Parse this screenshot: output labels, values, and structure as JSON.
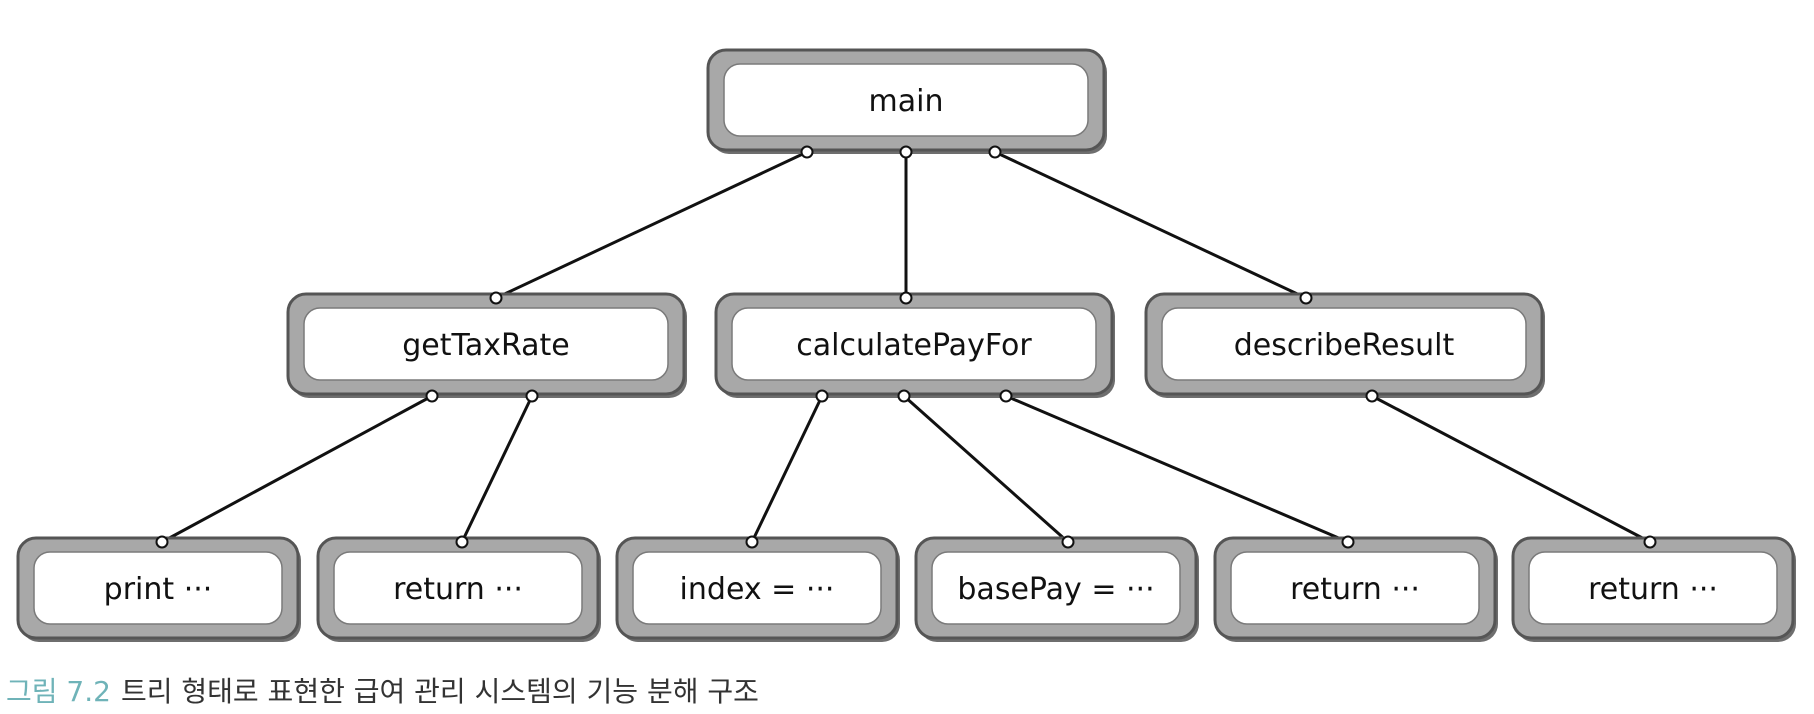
{
  "nodes": {
    "main": "main",
    "getTaxRate": "getTaxRate",
    "calculatePayFor": "calculatePayFor",
    "describeResult": "describeResult",
    "print": "print ···",
    "return1": "return ···",
    "index": "index = ···",
    "basePay": "basePay = ···",
    "return2": "return ···",
    "return3": "return ···"
  },
  "edges": [
    [
      "main",
      "getTaxRate"
    ],
    [
      "main",
      "calculatePayFor"
    ],
    [
      "main",
      "describeResult"
    ],
    [
      "getTaxRate",
      "print"
    ],
    [
      "getTaxRate",
      "return1"
    ],
    [
      "calculatePayFor",
      "index"
    ],
    [
      "calculatePayFor",
      "basePay"
    ],
    [
      "calculatePayFor",
      "return2"
    ],
    [
      "describeResult",
      "return3"
    ]
  ],
  "caption": {
    "number": "그림 7.2",
    "text": "트리 형태로 표현한 급여 관리 시스템의 기능 분해 구조"
  },
  "colors": {
    "frame": "#a8a8a8",
    "frame_border": "#555555",
    "box": "#ffffff",
    "line": "#111111",
    "caption_number": "#6fb3b8"
  }
}
